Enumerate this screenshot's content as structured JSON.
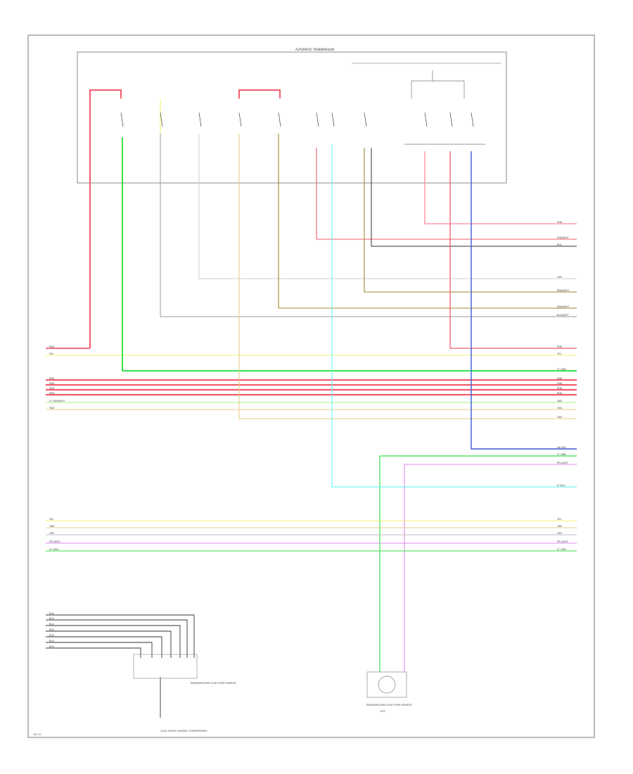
{
  "module_title": "AUTOMATIC TRANSMISSION",
  "footer_code": "W 2.0",
  "sensor_labels": {
    "left_switch": "TRANSMISSION FLUID TEMP SENSOR",
    "left_ground": "G104 FRONT ENGINE COMPARTMENT",
    "right_sensor": "TRANSMISSION FLUID TEMP SENSOR",
    "right_sensor_sub": "OUT"
  },
  "wire_colors": {
    "red": "#f25d6c",
    "pink": "#ff8a9a",
    "yellow": "#f4ef78",
    "green": "#39e04a",
    "lightgreen": "#9ff08a",
    "tan": "#e9c98d",
    "olive": "#9b8a2a",
    "gray": "#9a9a9a",
    "lightgray": "#cfcfcf",
    "black": "#333333",
    "cyan": "#6ff4ef",
    "blue": "#3c5ad6",
    "violet": "#e28af2",
    "palegray": "#bdbdbd"
  },
  "right_labels": [
    {
      "text": "PNK"
    },
    {
      "text": "PNK/WHT"
    },
    {
      "text": "BLK"
    },
    {
      "text": "GRY"
    },
    {
      "text": "BRN/WHT"
    },
    {
      "text": "BRN/WHT"
    },
    {
      "text": "BLK/WHT"
    },
    {
      "text": "PNK"
    },
    {
      "text": "YEL"
    },
    {
      "text": "LT GRN"
    },
    {
      "text": "PNK"
    },
    {
      "text": "PNK"
    },
    {
      "text": "PNK"
    },
    {
      "text": "PNK"
    },
    {
      "text": "TAN"
    },
    {
      "text": "TAN"
    },
    {
      "text": "TAN"
    },
    {
      "text": "DK BLU"
    },
    {
      "text": "LT GRN"
    },
    {
      "text": "PPL/WHT"
    },
    {
      "text": "LT BLU"
    },
    {
      "text": "YEL"
    },
    {
      "text": "TAN"
    },
    {
      "text": "GRY"
    },
    {
      "text": "PPL/WHT"
    },
    {
      "text": "LT GRN"
    }
  ],
  "left_labels": [
    {
      "text": "PNK"
    },
    {
      "text": "YEL"
    },
    {
      "text": "PNK"
    },
    {
      "text": "PNK"
    },
    {
      "text": "PNK"
    },
    {
      "text": "PNK"
    },
    {
      "text": "LT GRN/WHT"
    },
    {
      "text": "TAN"
    },
    {
      "text": "YEL"
    },
    {
      "text": "TAN"
    },
    {
      "text": "GRY"
    },
    {
      "text": "PPL/WHT"
    },
    {
      "text": "LT GRN"
    },
    {
      "text": "BLK"
    },
    {
      "text": "BLK"
    },
    {
      "text": "BLK"
    },
    {
      "text": "BLK"
    },
    {
      "text": "BLK"
    },
    {
      "text": "BLK"
    },
    {
      "text": "BLK"
    }
  ]
}
